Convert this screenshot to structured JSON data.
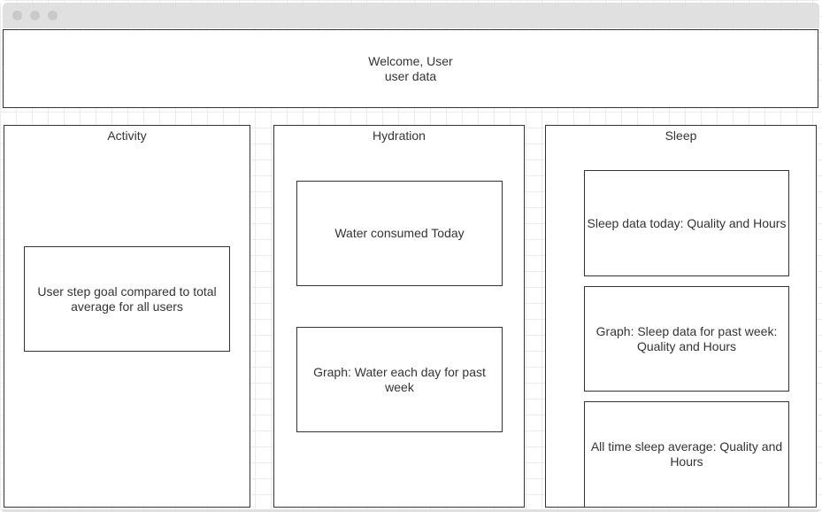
{
  "header": {
    "welcome": "Welcome, User",
    "subtitle": "user data"
  },
  "activity": {
    "title": "Activity",
    "step_goal_card": "User step goal compared to total average for all users"
  },
  "hydration": {
    "title": "Hydration",
    "today_card": "Water consumed Today",
    "week_graph_card": "Graph: Water each day for past week"
  },
  "sleep": {
    "title": "Sleep",
    "today_card": "Sleep data today: Quality and Hours",
    "week_graph_card": "Graph: Sleep data for past week: Quality and Hours",
    "all_time_card": "All time sleep average: Quality and Hours"
  },
  "colors": {
    "border": "#333333",
    "titlebar": "#e0e0e0",
    "grid": "#ebebeb"
  }
}
